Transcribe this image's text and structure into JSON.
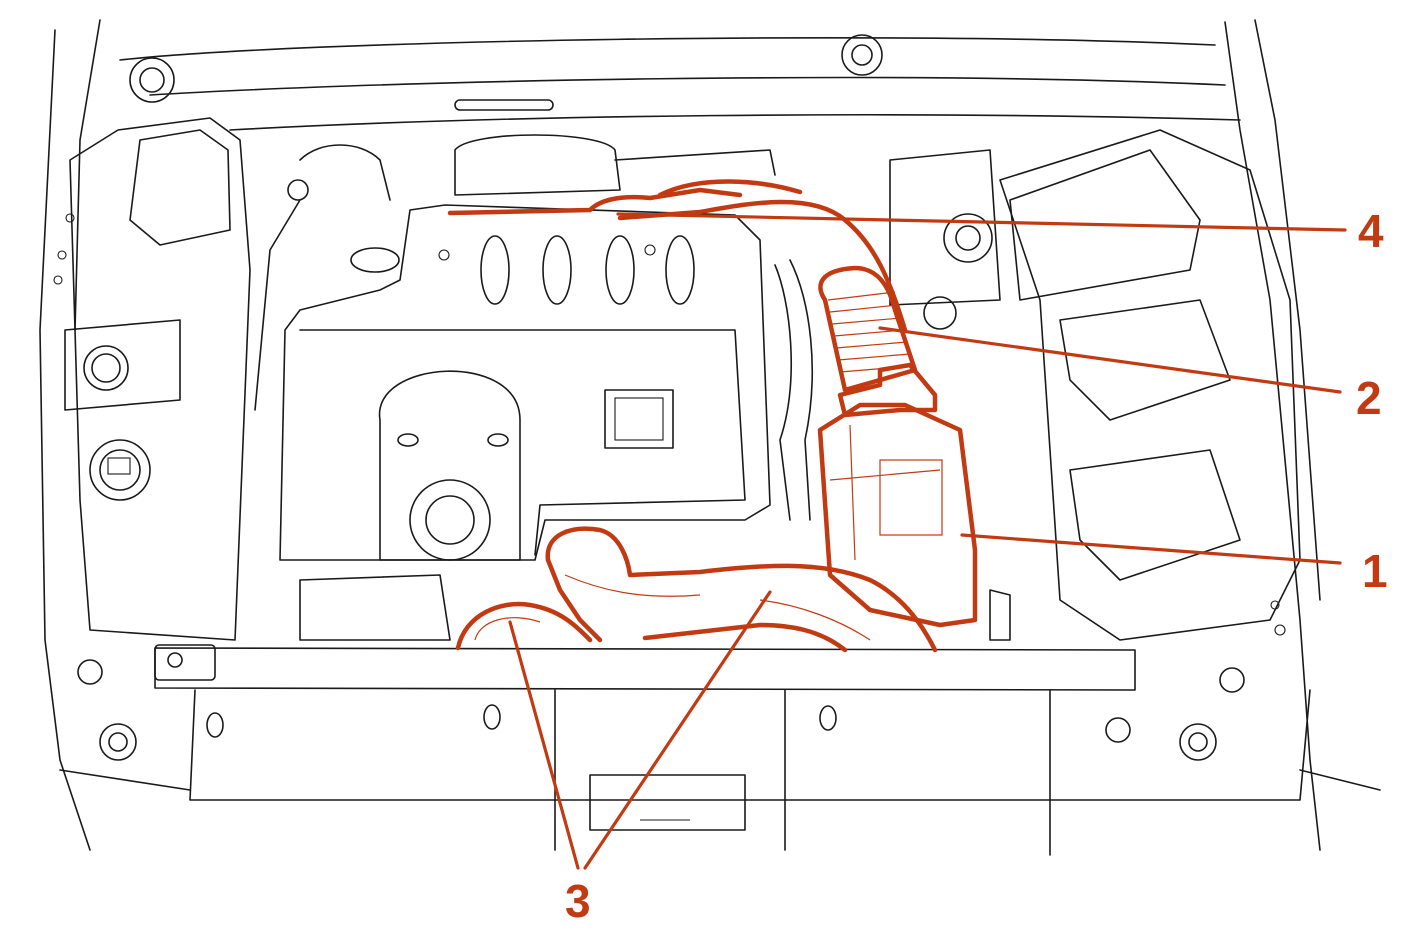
{
  "colors": {
    "highlight": "#c23a12",
    "line": "#1a1a1a",
    "background": "#ffffff"
  },
  "callouts": [
    {
      "id": "1",
      "text": "1"
    },
    {
      "id": "2",
      "text": "2"
    },
    {
      "id": "3",
      "text": "3"
    },
    {
      "id": "4",
      "text": "4"
    }
  ]
}
